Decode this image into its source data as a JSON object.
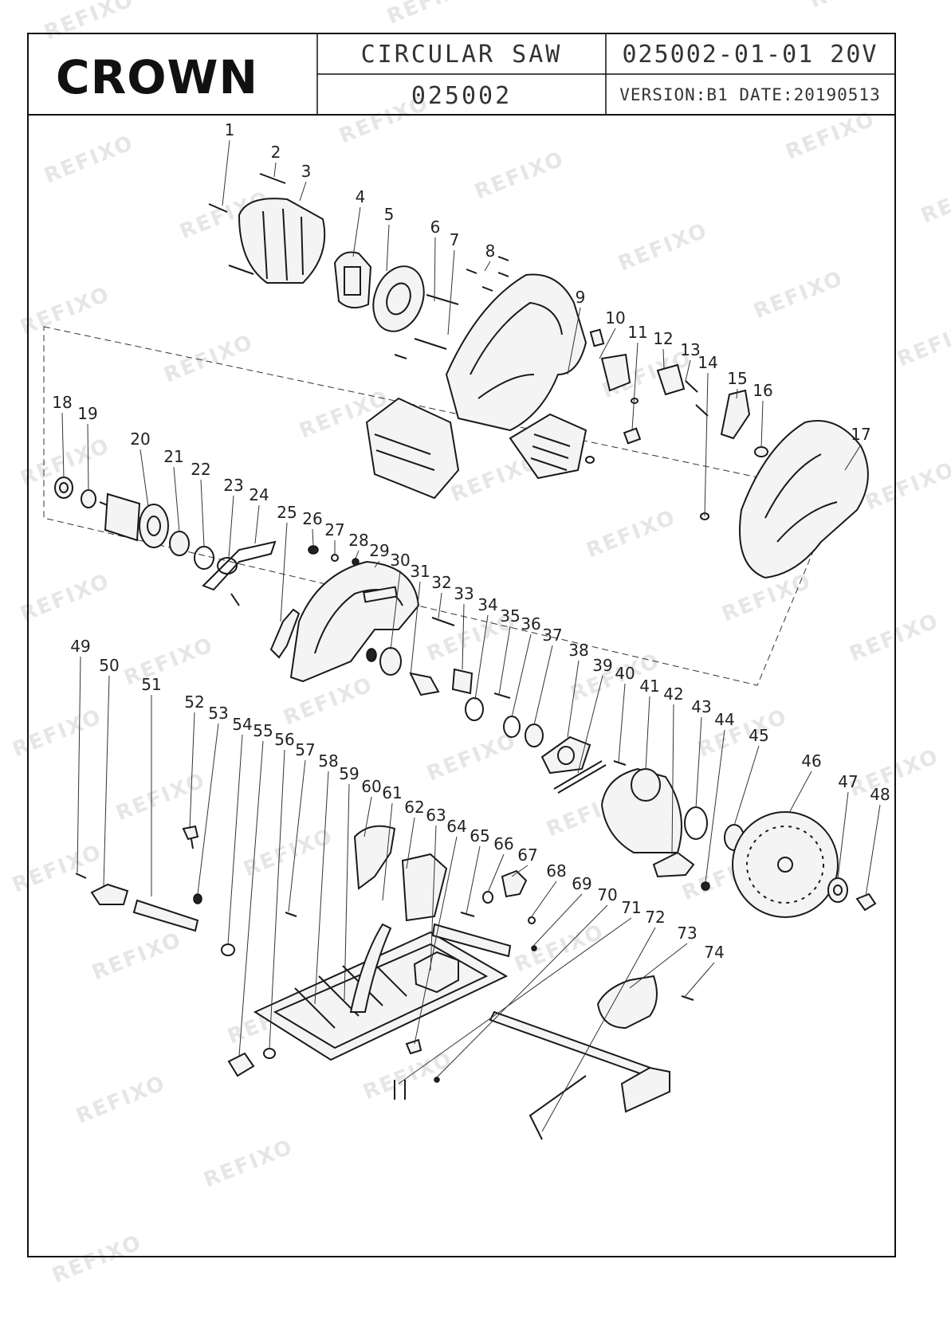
{
  "header": {
    "brand": "CROWN",
    "product_name": "CIRCULAR SAW",
    "model": "025002",
    "part_code": "025002-01-01 20V",
    "version_date": "VERSION:B1 DATE:20190513"
  },
  "watermark": {
    "text": "REFIXO"
  },
  "callouts": [
    "1",
    "2",
    "3",
    "4",
    "5",
    "6",
    "7",
    "8",
    "9",
    "10",
    "11",
    "12",
    "13",
    "14",
    "15",
    "16",
    "17",
    "18",
    "19",
    "20",
    "21",
    "22",
    "23",
    "24",
    "25",
    "26",
    "27",
    "28",
    "29",
    "30",
    "31",
    "32",
    "33",
    "34",
    "35",
    "36",
    "37",
    "38",
    "39",
    "40",
    "41",
    "42",
    "43",
    "44",
    "45",
    "46",
    "47",
    "48",
    "49",
    "50",
    "51",
    "52",
    "53",
    "54",
    "55",
    "56",
    "57",
    "58",
    "59",
    "60",
    "61",
    "62",
    "63",
    "64",
    "65",
    "66",
    "67",
    "68",
    "69",
    "70",
    "71",
    "72",
    "73",
    "74"
  ]
}
